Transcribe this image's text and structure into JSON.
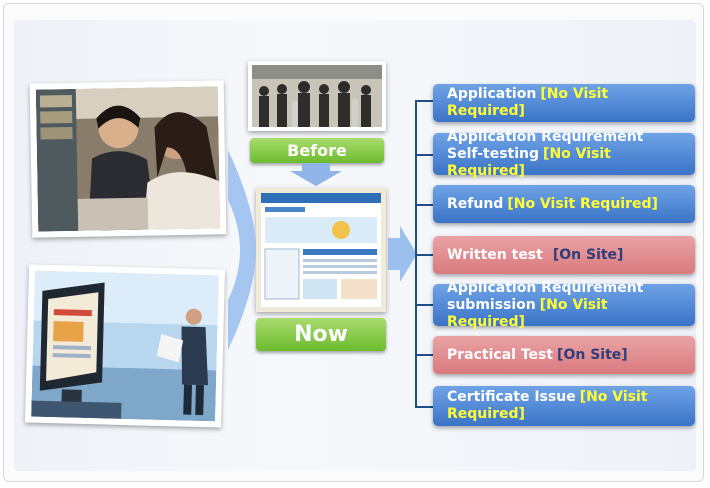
{
  "labels": {
    "before": "Before",
    "now": "Now"
  },
  "steps": [
    {
      "title": "Application",
      "title2": "",
      "tag": "[No Visit Required]",
      "kind": "remote"
    },
    {
      "title": "Application Requirement",
      "title2": "Self-testing",
      "tag": "[No Visit Required]",
      "kind": "remote"
    },
    {
      "title": "Refund",
      "title2": "",
      "tag": "[No Visit Required]",
      "kind": "remote"
    },
    {
      "title": "Written test",
      "title2": "",
      "tag": "[On Site]",
      "kind": "onsite"
    },
    {
      "title": "Application Requirement",
      "title2": "submission",
      "tag": "[No Visit Required]",
      "kind": "remote"
    },
    {
      "title": "Practical Test",
      "title2": "",
      "tag": "[On Site]",
      "kind": "onsite"
    },
    {
      "title": "Certificate Issue",
      "title2": "",
      "tag": "[No Visit Required]",
      "kind": "remote"
    }
  ],
  "colors": {
    "remote": "#3b74c7",
    "onsite": "#d97a7e",
    "tag_remote": "#ffff33",
    "tag_onsite": "#2f3e7a",
    "before_now": "#6dbb2e",
    "arrows": "#8fb4ea"
  }
}
